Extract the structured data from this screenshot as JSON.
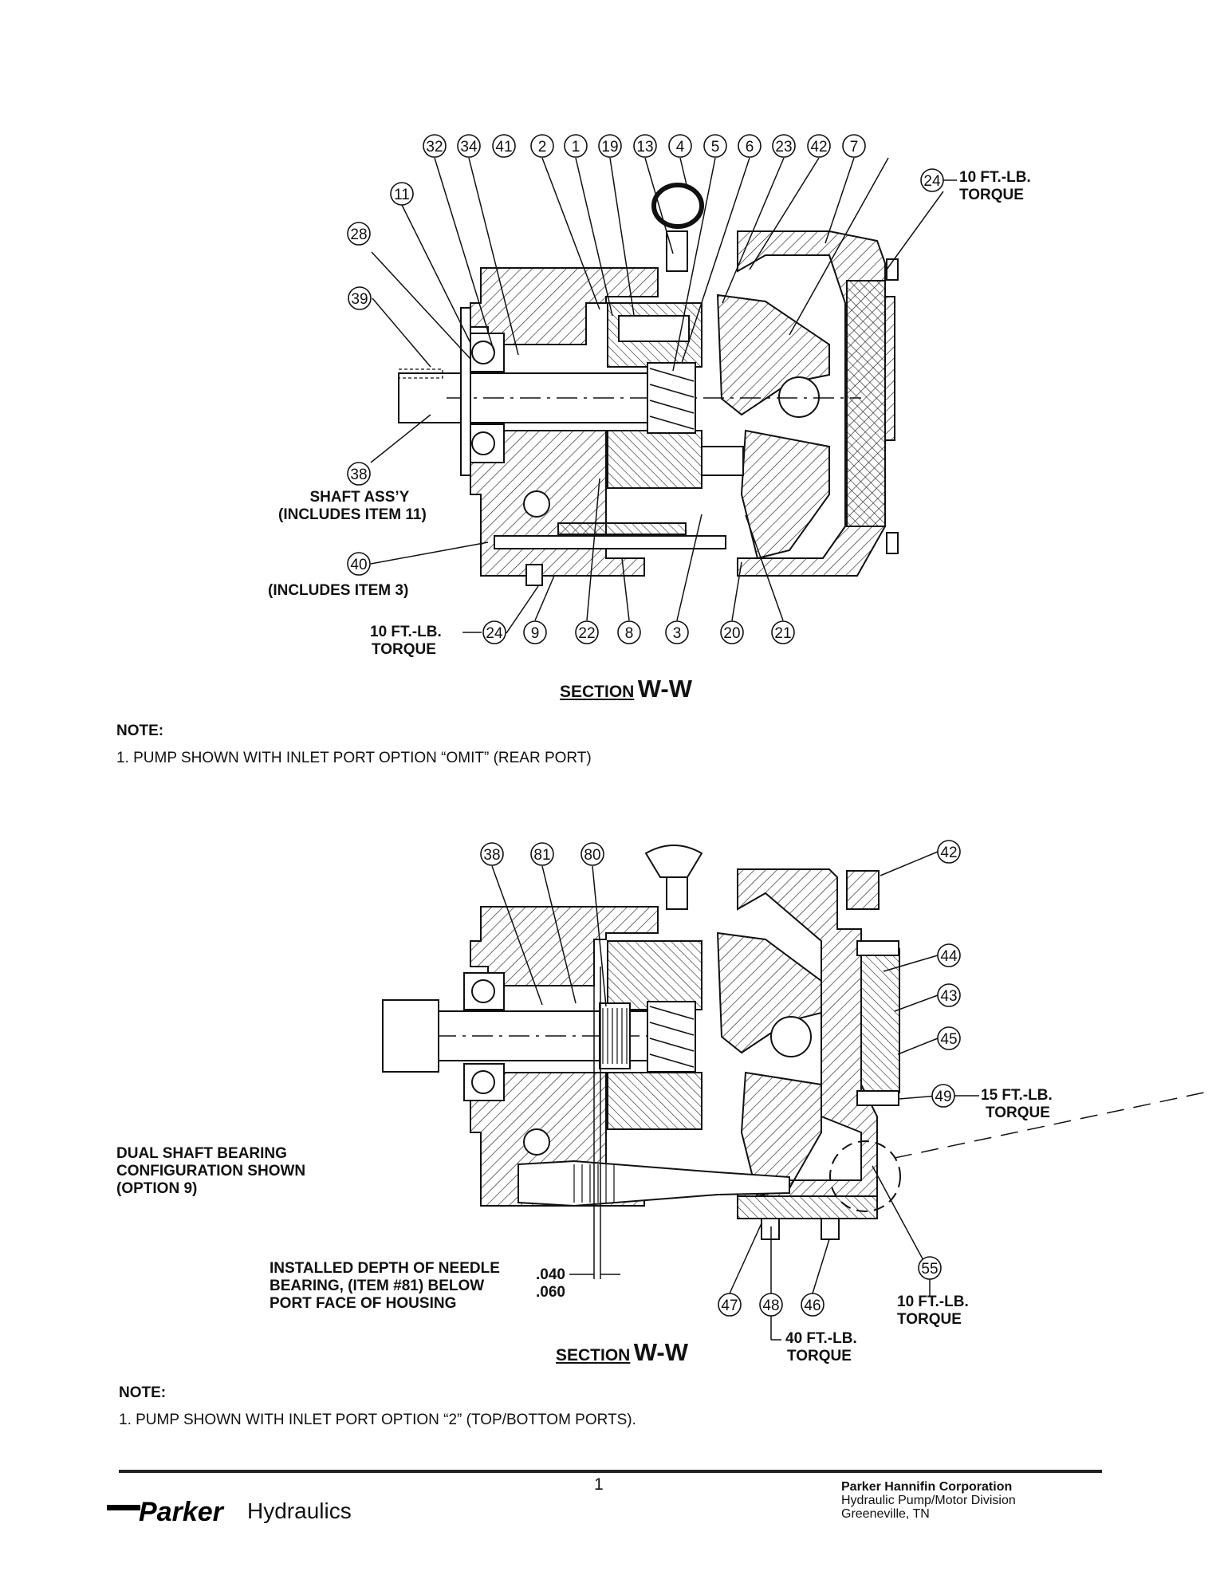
{
  "diagram1": {
    "balloons": [
      {
        "n": "32"
      },
      {
        "n": "34"
      },
      {
        "n": "41"
      },
      {
        "n": "2"
      },
      {
        "n": "1"
      },
      {
        "n": "19"
      },
      {
        "n": "13"
      },
      {
        "n": "4"
      },
      {
        "n": "5"
      },
      {
        "n": "6"
      },
      {
        "n": "23"
      },
      {
        "n": "42"
      },
      {
        "n": "7"
      },
      {
        "n": "11"
      },
      {
        "n": "28"
      },
      {
        "n": "39"
      },
      {
        "n": "24"
      },
      {
        "n": "38"
      },
      {
        "n": "40"
      },
      {
        "n": "24"
      },
      {
        "n": "9"
      },
      {
        "n": "22"
      },
      {
        "n": "8"
      },
      {
        "n": "3"
      },
      {
        "n": "20"
      },
      {
        "n": "21"
      }
    ],
    "torque_top_1": "10 FT.-LB.",
    "torque_top_2": "TORQUE",
    "shaft_assy_1": "SHAFT ASS’Y",
    "shaft_assy_2": "(INCLUDES ITEM 11)",
    "includes_item3": "(INCLUDES ITEM 3)",
    "torque_bottom_1": "10 FT.-LB.",
    "torque_bottom_2": "TORQUE",
    "section_word": "SECTION",
    "section_id": "W-W"
  },
  "note1": {
    "heading": "NOTE:",
    "text": "1. PUMP SHOWN WITH INLET PORT OPTION “OMIT” (REAR PORT)"
  },
  "diagram2": {
    "balloons": [
      {
        "n": "38"
      },
      {
        "n": "81"
      },
      {
        "n": "80"
      },
      {
        "n": "42"
      },
      {
        "n": "44"
      },
      {
        "n": "43"
      },
      {
        "n": "45"
      },
      {
        "n": "49"
      },
      {
        "n": "55"
      },
      {
        "n": "47"
      },
      {
        "n": "48"
      },
      {
        "n": "46"
      }
    ],
    "torque_49_1": "15 FT.-LB.",
    "torque_49_2": "TORQUE",
    "dual_shaft_1": "DUAL SHAFT BEARING",
    "dual_shaft_2": "CONFIGURATION SHOWN",
    "dual_shaft_3": "(OPTION 9)",
    "needle_1": "INSTALLED DEPTH OF NEEDLE",
    "needle_2": "BEARING, (ITEM #81) BELOW",
    "needle_3": "PORT FACE OF HOUSING",
    "depth_min": ".040",
    "depth_max": ".060",
    "torque_55_1": "10 FT.-LB.",
    "torque_55_2": "TORQUE",
    "torque_48_1": "40 FT.-LB.",
    "torque_48_2": "TORQUE",
    "section_word": "SECTION",
    "section_id": "W-W"
  },
  "note2": {
    "heading": "NOTE:",
    "text": "1. PUMP SHOWN WITH INLET PORT OPTION “2” (TOP/BOTTOM PORTS)."
  },
  "footer": {
    "page_number": "1",
    "company": "Parker Hannifin Corporation",
    "division": "Hydraulic Pump/Motor Division",
    "location": "Greeneville, TN",
    "logo_text": "Parker",
    "logo_suffix": "Hydraulics"
  }
}
